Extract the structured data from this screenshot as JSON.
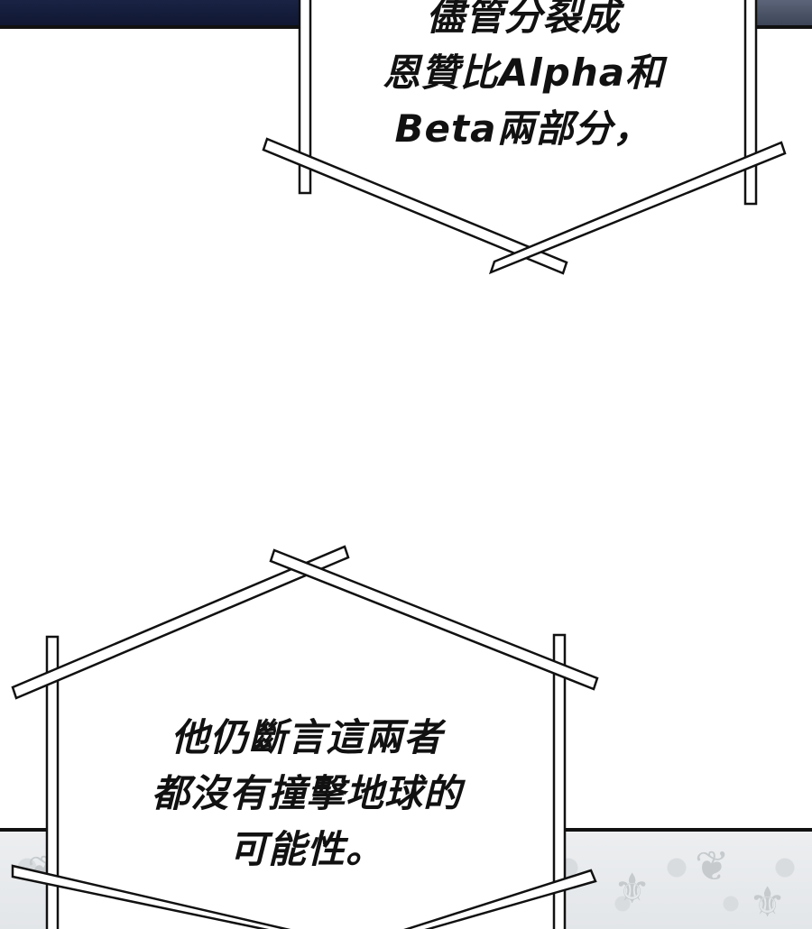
{
  "bubble_top": {
    "lines": [
      "儘管分裂成",
      "恩贊比Alpha和",
      "Beta兩部分，"
    ]
  },
  "bubble_bottom": {
    "lines": [
      "他仍斷言這兩者",
      "都沒有撞擊地球的",
      "可能性。"
    ]
  },
  "colors": {
    "frame_stroke": "#111111",
    "frame_fill": "#ffffff",
    "top_panel_cloth": "#1a2344",
    "bottom_wallpaper": "#e6e8eb"
  }
}
